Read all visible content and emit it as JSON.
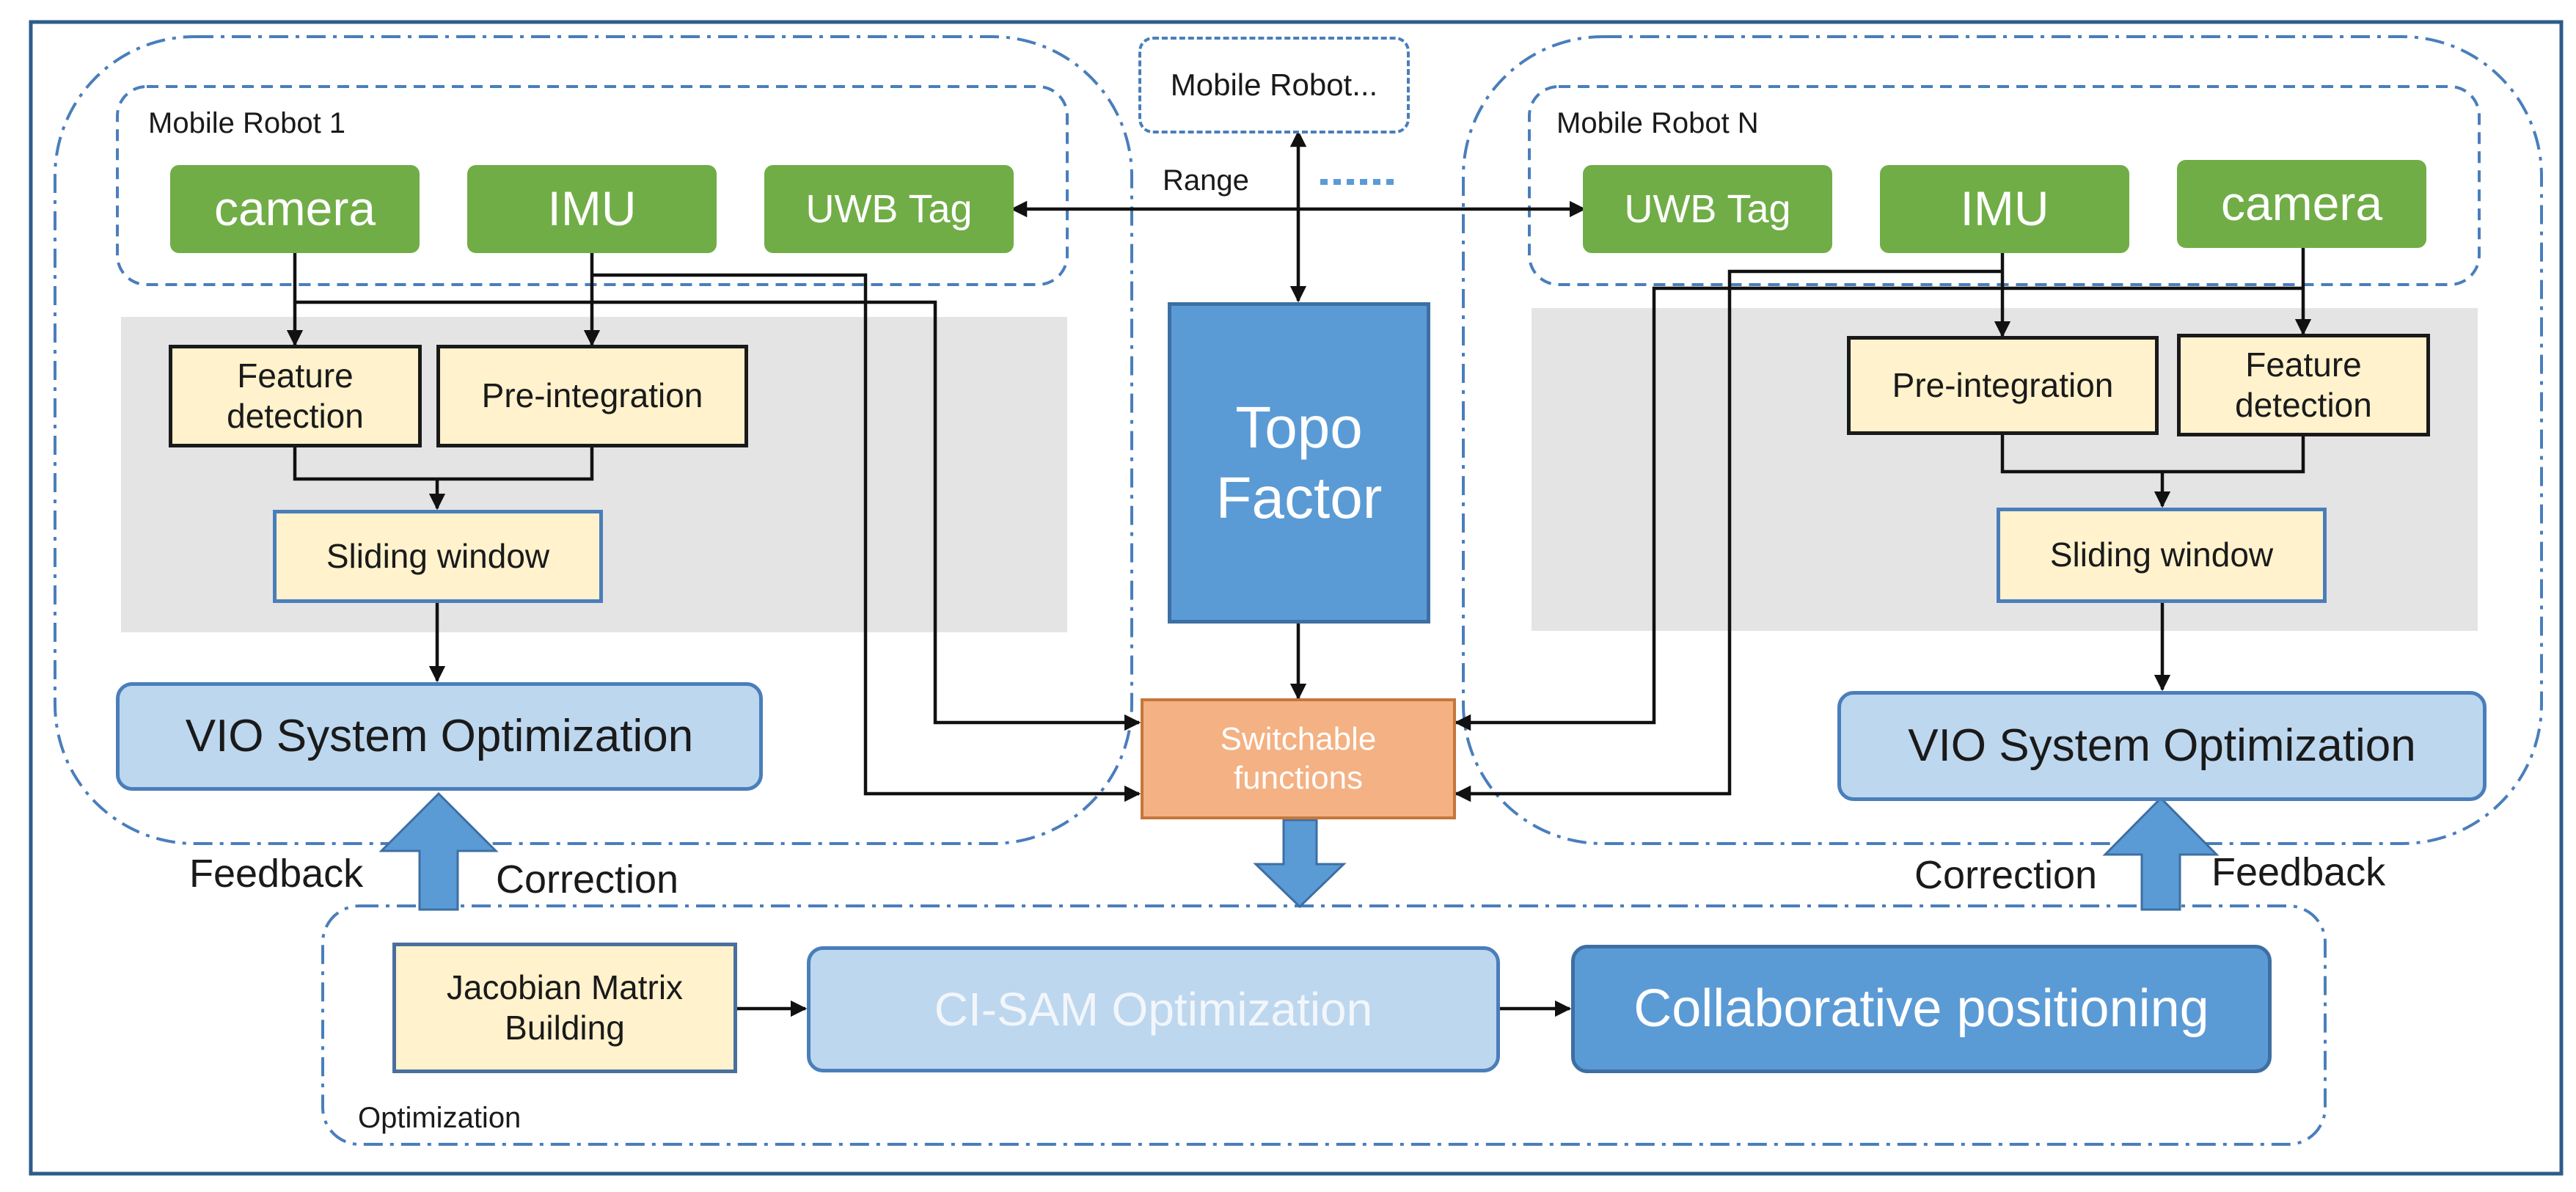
{
  "robot1": {
    "title": "Mobile Robot 1",
    "camera": "camera",
    "imu": "IMU",
    "uwb": "UWB Tag",
    "feature_detection": "Feature\ndetection",
    "pre_integration": "Pre-integration",
    "sliding_window": "Sliding window",
    "vio": "VIO System Optimization",
    "feedback": "Feedback",
    "correction": "Correction"
  },
  "robotN": {
    "title": "Mobile Robot N",
    "camera": "camera",
    "imu": "IMU",
    "uwb": "UWB Tag",
    "feature_detection": "Feature\ndetection",
    "pre_integration": "Pre-integration",
    "sliding_window": "Sliding window",
    "vio": "VIO System Optimization",
    "feedback": "Feedback",
    "correction": "Correction"
  },
  "center": {
    "mobile_robot_dots": "Mobile Robot...",
    "range": "Range",
    "topo_factor": "Topo\nFactor",
    "switchable": "Switchable\nfunctions"
  },
  "optimization": {
    "label": "Optimization",
    "jacobian": "Jacobian Matrix\nBuilding",
    "cisam": "CI-SAM Optimization",
    "collab": "Collaborative positioning"
  },
  "colors": {
    "green": "#70ad47",
    "light_yellow": "#fff2cc",
    "light_blue": "#bdd7ee",
    "mid_blue": "#5b9bd5",
    "orange": "#f4b183",
    "grey_panel": "#e4e4e4",
    "outline_blue": "#4a7ebb"
  }
}
